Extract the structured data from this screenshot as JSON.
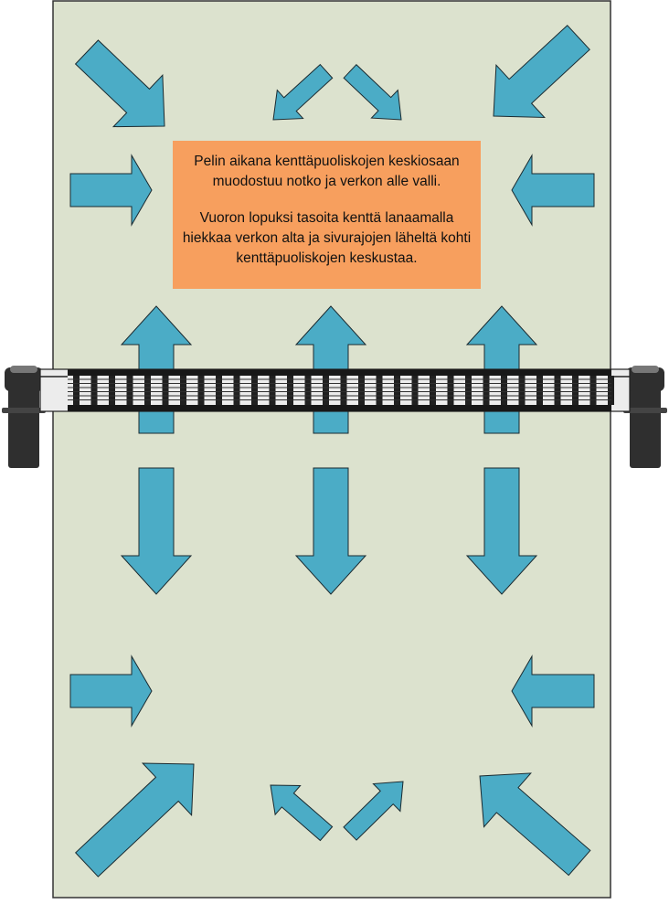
{
  "colors": {
    "court": "#DCE2CE",
    "court_border": "#333333",
    "arrow_fill": "#4BACC6",
    "arrow_stroke": "#1a2a30",
    "note_bg": "#F79F5E",
    "net_post": "#2f2f2f"
  },
  "note": {
    "paragraph_1": "Pelin aikana kenttäpuoliskojen keskiosaan muodostuu notko ja verkon alle valli.",
    "paragraph_2": "Vuoron lopuksi tasoita kenttä lanaamalla hiekkaa verkon alta ja sivurajojen läheltä kohti kenttäpuoliskojen keskustaa."
  },
  "icons": {
    "court": "court-rectangle",
    "net": "volleyball-net",
    "arrows": "arrow-icon"
  }
}
